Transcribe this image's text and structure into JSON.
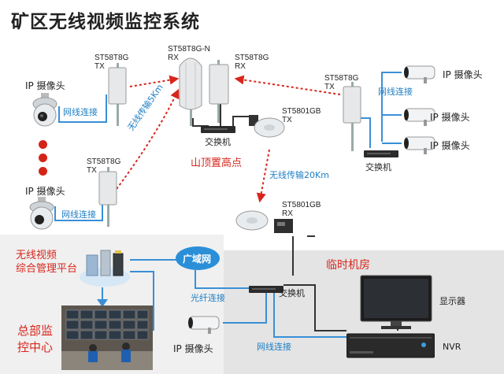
{
  "title": "矿区无线视频监控系统",
  "labels": {
    "tx_top_left": [
      "ST58T8G",
      "TX"
    ],
    "tx_mid_left": [
      "ST58T8G",
      "TX"
    ],
    "rx_center_n": [
      "ST58T8G-N",
      "RX"
    ],
    "rx_center": [
      "ST58T8G",
      "RX"
    ],
    "tx_right": [
      "ST58T8G",
      "TX"
    ],
    "gb_tx": [
      "ST5801GB",
      "TX"
    ],
    "gb_rx": [
      "ST5801GB",
      "RX"
    ]
  },
  "cameras": {
    "left_top": "IP 摄像头",
    "left_bottom": "IP 摄像头",
    "right_1": "IP 摄像头",
    "right_2": "IP 摄像头",
    "right_3": "IP 摄像头",
    "bottom": "IP 摄像头"
  },
  "links": {
    "wired_left_top": "网线连接",
    "wired_left_bottom": "网线连接",
    "wired_right": "网线连接",
    "wired_bottom": "网线连接",
    "fiber": "光纤连接",
    "wireless_5km": "无线传输5Km",
    "wireless_20km": "无线传输20Km"
  },
  "switches": {
    "center": "交换机",
    "right": "交换机",
    "bottom": "交换机"
  },
  "places": {
    "hilltop": "山顶置高点",
    "platform": [
      "无线视频",
      "综合管理平台"
    ],
    "wan": "广域网",
    "temp_room": "临时机房",
    "hq": [
      "总部监",
      "控中心"
    ]
  },
  "devices": {
    "monitor": "显示器",
    "nvr": "NVR"
  },
  "colors": {
    "accent_red": "#d8261c",
    "cable_blue": "#3a8fd6",
    "wan_blue": "#2b8fd8"
  }
}
